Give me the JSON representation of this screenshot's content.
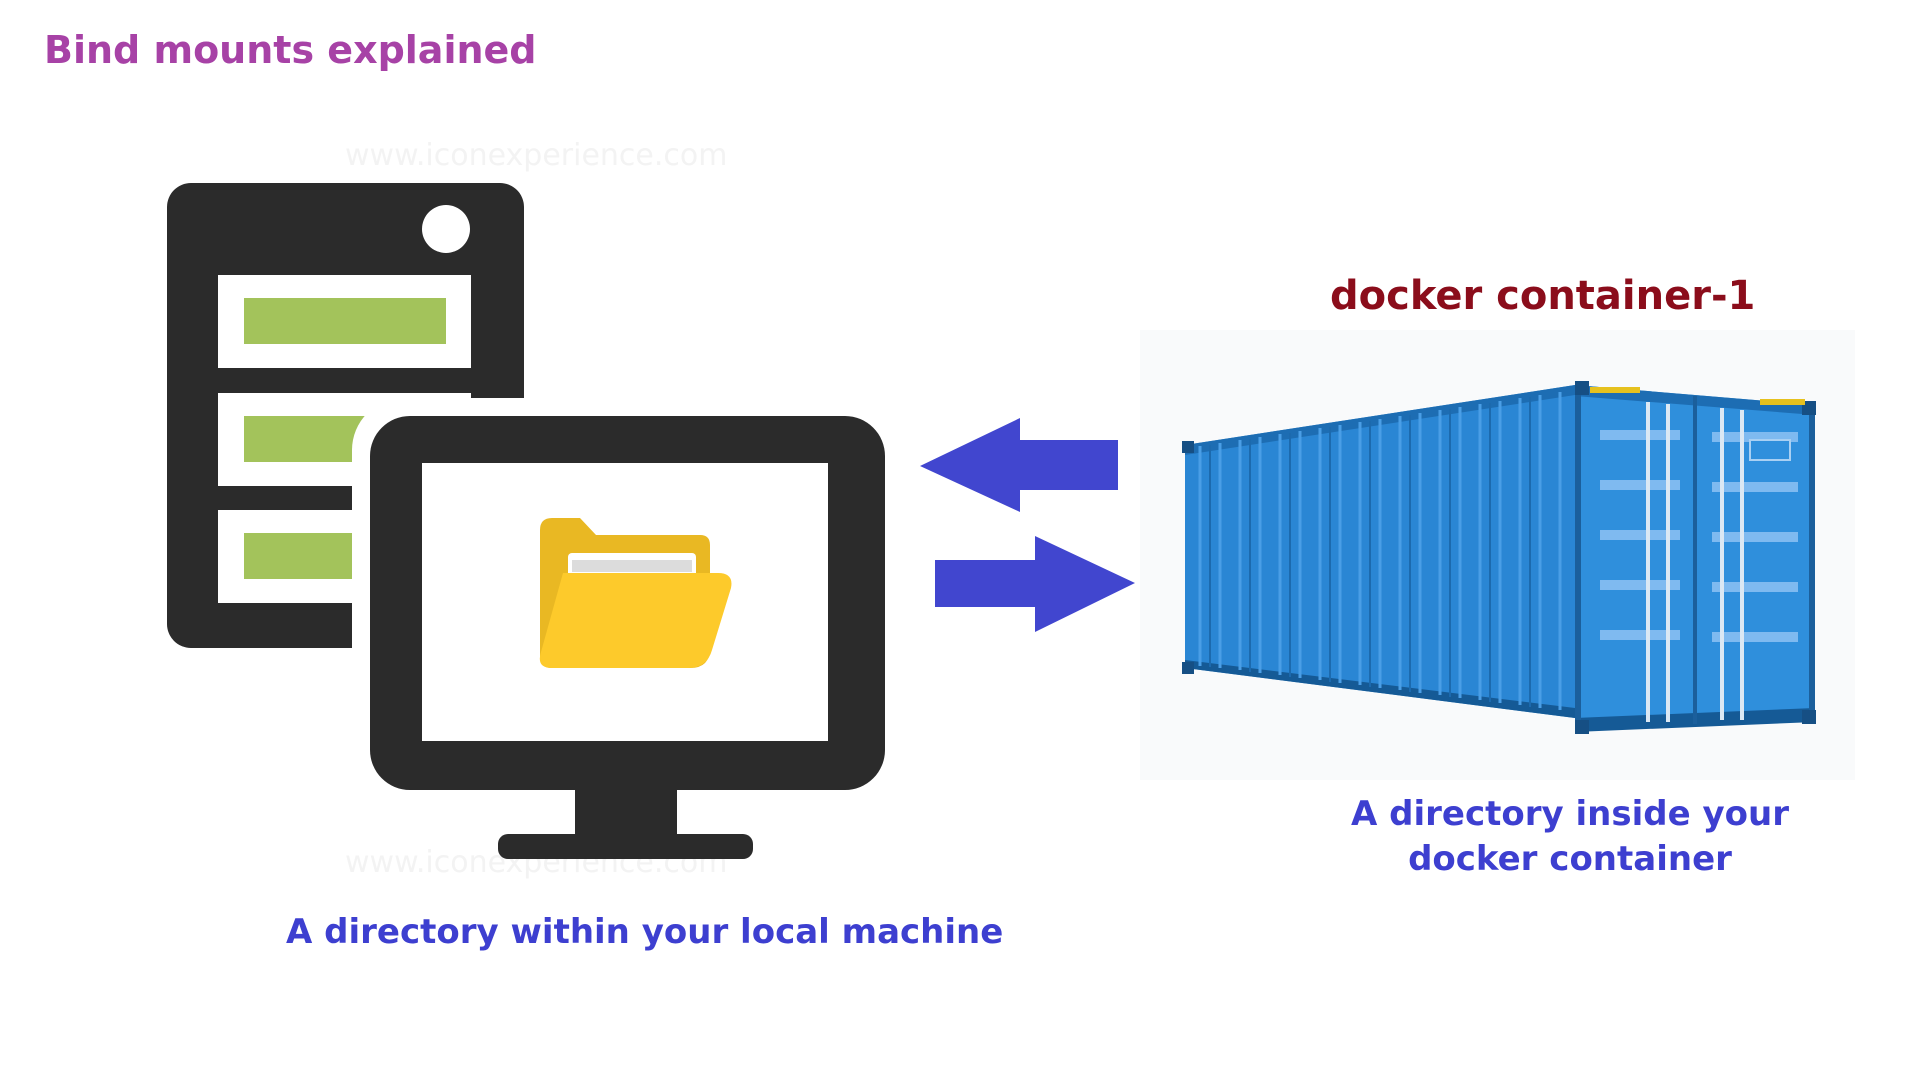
{
  "diagram": {
    "title": "Bind mounts explained",
    "container_title": "docker container-1",
    "local_caption": "A directory within your local machine",
    "container_caption": "A directory inside your docker container"
  },
  "watermark": {
    "text": "www.iconexperience.com"
  },
  "colors": {
    "title": "#a742a6",
    "container_title": "#8b0d1b",
    "caption": "#3d3fd0",
    "arrows": "#4146cf",
    "computer": "#2b2b2b",
    "server_bars": "#a3c35b",
    "folder_back": "#e9b823",
    "folder_front": "#fdca2b",
    "container_body": "#2a86d4"
  },
  "icons": {
    "server": "server-icon",
    "monitor": "monitor-icon",
    "folder": "folder-icon",
    "arrow_left": "arrow-left-icon",
    "arrow_right": "arrow-right-icon",
    "container": "shipping-container-image"
  }
}
